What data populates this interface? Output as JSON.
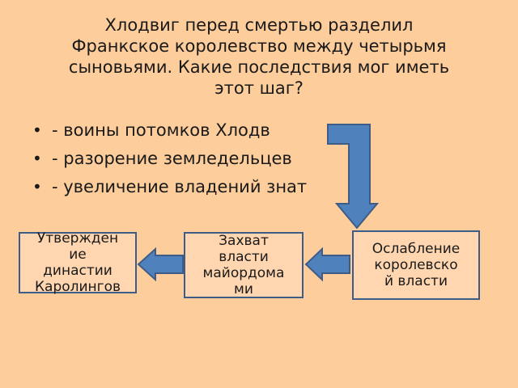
{
  "title": "Хлодвиг перед смертью разделил\nФранкское королевство между четырьмя\nсыновьями. Какие последствия мог иметь\nэтот шаг?",
  "bullets": [
    "- воины потомков Хлодв",
    "- разорение земледельцев",
    "- увеличение владений знат"
  ],
  "boxes": {
    "box1": "Утвержден\nие\nдинастии\nКаролингов",
    "box2": "Захват\nвласти\nмайордома\nми",
    "box3": "Ослабление\nкоролевско\nй власти"
  },
  "colors": {
    "background": "#fdcd9b",
    "arrow_fill": "#4f81bd",
    "arrow_stroke": "#3f5c87",
    "box_fill": "#ffd6b0"
  }
}
